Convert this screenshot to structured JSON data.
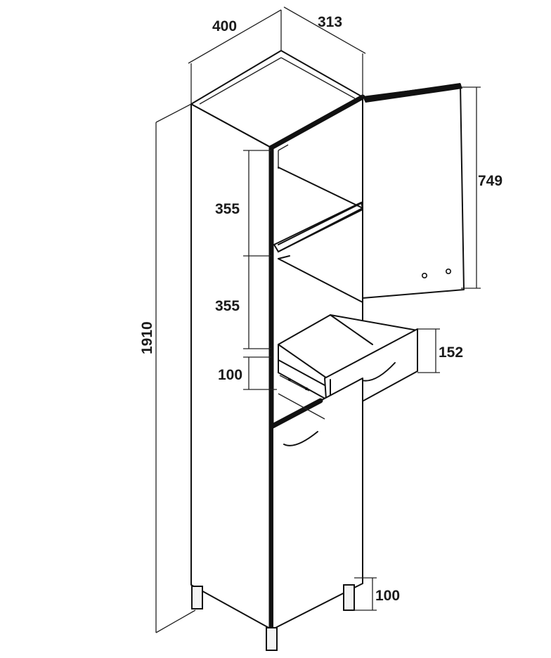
{
  "dimensions": {
    "width": "400",
    "depth": "313",
    "height": "1910",
    "shelf_upper": "355",
    "shelf_lower": "355",
    "drawer_gap": "100",
    "drawer_front": "152",
    "door_height": "749",
    "leg_height": "100"
  }
}
